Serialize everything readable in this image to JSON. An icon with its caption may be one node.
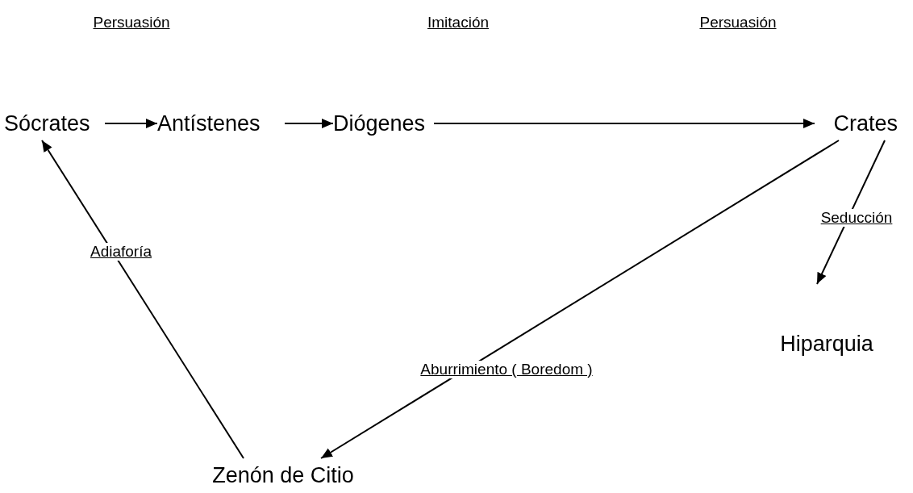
{
  "diagram": {
    "nodes": [
      {
        "text": [
          "Sócrates"
        ]
      },
      {
        "text": [
          "Antístenes"
        ]
      },
      {
        "text": [
          "Diógenes"
        ]
      },
      {
        "text": [
          "Crates"
        ]
      },
      {
        "text": [
          "Hiparquia"
        ]
      },
      {
        "text": [
          "Zenón de Citio"
        ]
      }
    ],
    "edges": [
      {
        "from": 0,
        "to": 1,
        "arrow": "to"
      },
      {
        "from": 1,
        "to": 2,
        "arrow": "to"
      },
      {
        "from": 2,
        "to": 3,
        "arrow": "to"
      },
      {
        "from": 3,
        "to": 4,
        "arrow": "to",
        "label": "Seducción"
      },
      {
        "from": 3,
        "to": 5,
        "arrow": "to",
        "label": "Aburrimiento ( Boredom )"
      },
      {
        "from": 5,
        "to": 0,
        "arrow": "to",
        "label": "Adiaforía"
      }
    ],
    "labels": [
      "Persuasión",
      "Imitación",
      "Persuasión"
    ]
  }
}
